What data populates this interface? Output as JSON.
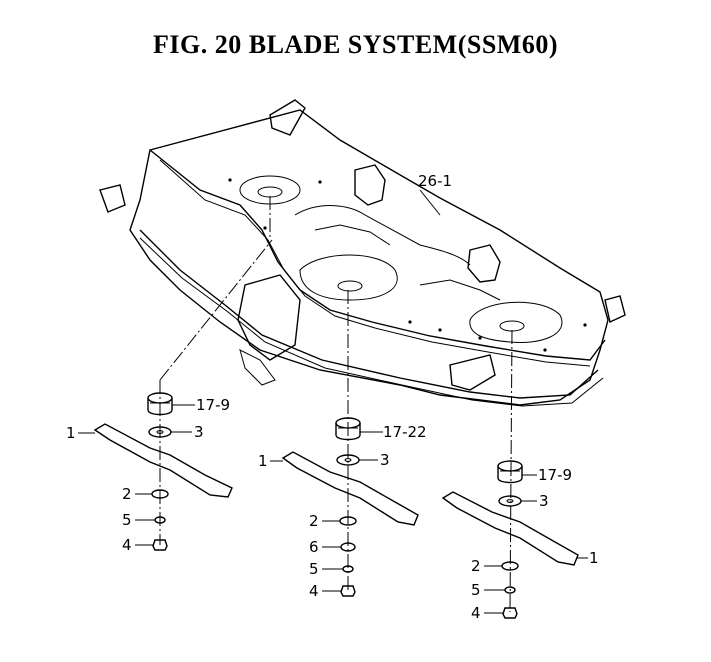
{
  "title": "FIG. 20  BLADE SYSTEM(SSM60)",
  "callouts": {
    "deck": "26-1",
    "left": {
      "spindle": "17-9",
      "washer": "3",
      "blade": "1",
      "lock_washer_2": "2",
      "washer_5": "5",
      "nut_4": "4"
    },
    "center": {
      "spindle": "17-22",
      "washer": "3",
      "blade": "1",
      "lock_washer_2": "2",
      "washer_6": "6",
      "washer_5": "5",
      "nut_4": "4"
    },
    "right": {
      "spindle": "17-9",
      "washer": "3",
      "blade": "1",
      "lock_washer_2": "2",
      "washer_5": "5",
      "nut_4": "4"
    }
  }
}
